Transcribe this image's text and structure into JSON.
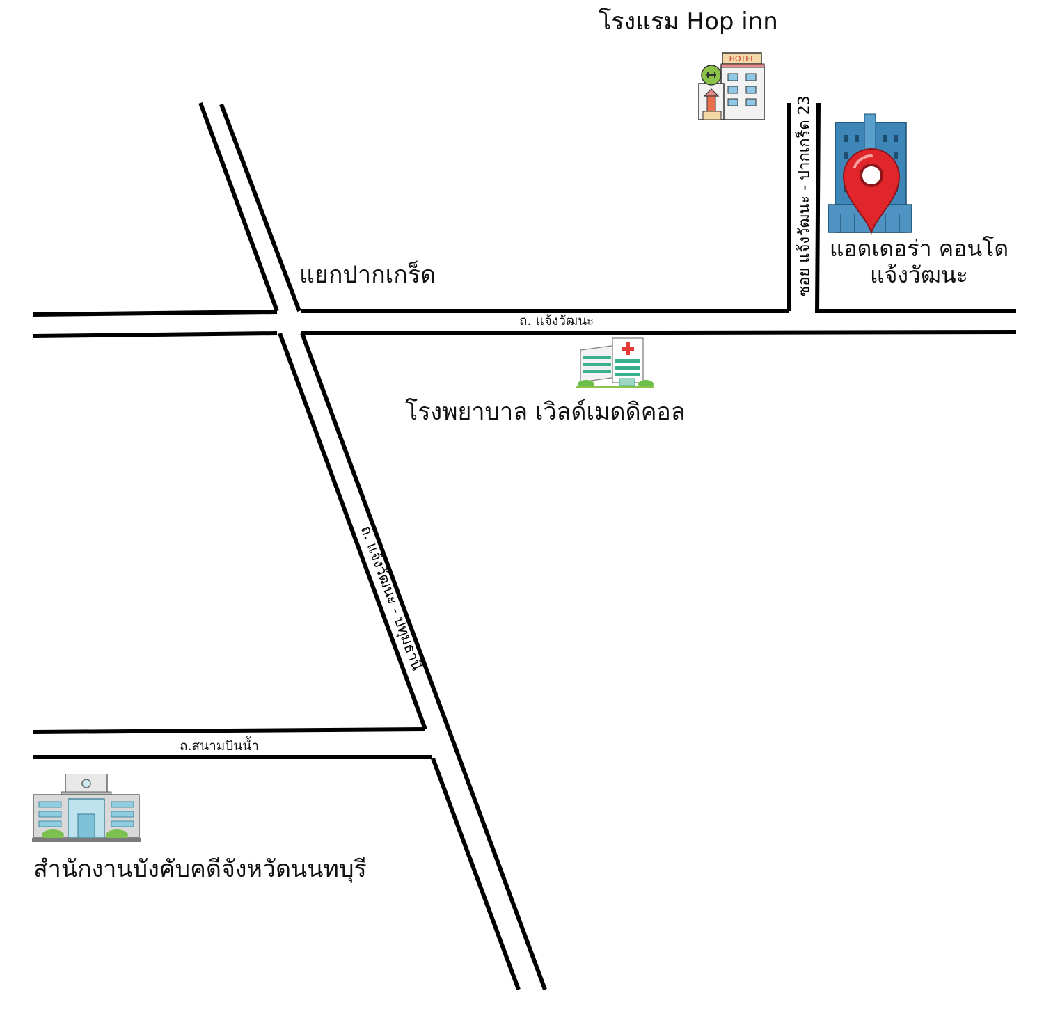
{
  "map": {
    "title": "",
    "places": {
      "hotel": "โรงแรม Hop inn",
      "junction": "แยกปากเกร็ด",
      "condo_line1": "แอดเดอร่า คอนโด",
      "condo_line2": "แจ้งวัฒนะ",
      "hospital": "โรงพยาบาล เวิลด์เมดดิคอล",
      "office": "สำนักงานบังคับคดีจังหวัดนนทบุรี"
    },
    "roads": {
      "main": "ถ. แจ้งวัฒนะ",
      "soi": "ซอย แจ้งวัฒนะ - ปากเกร็ด 23",
      "diagonal": "ถ. แจ้งวัฒนะ - ปทุมธานี",
      "airport": "ถ.สนามบินน้ำ"
    },
    "icons": {
      "hotel": "hotel-building-icon",
      "condo": "condo-tower-icon",
      "pin": "location-pin-icon",
      "hospital": "hospital-icon",
      "office": "government-office-icon"
    },
    "colors": {
      "road_line": "#000000",
      "pin": "#e0262b",
      "condo_glass": "#3f86b8",
      "hospital_green": "#3bb08f",
      "hotel_roof": "#e98a8a"
    },
    "hotel_sign": "HOTEL"
  }
}
